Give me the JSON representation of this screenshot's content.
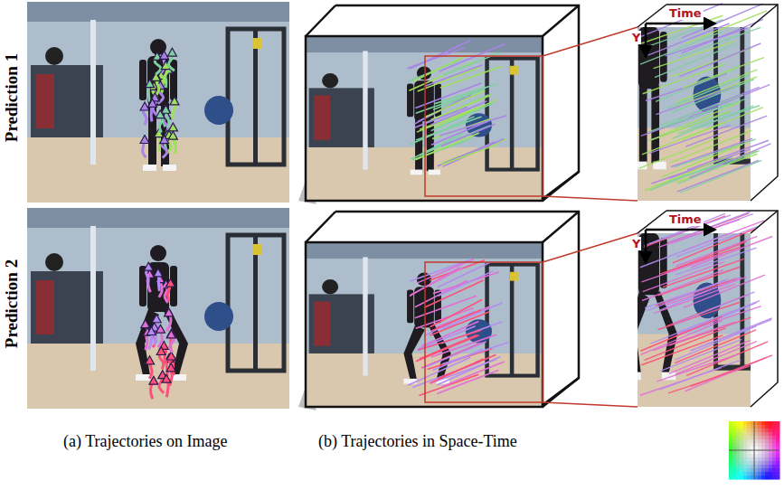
{
  "diagram": {
    "labels": [
      "Prediction 1",
      "Prediction 2",
      "Time",
      "Y",
      "Time",
      "Y",
      "(a) Trajectories on Image",
      "(b) Trajectories in Space-Time"
    ]
  }
}
